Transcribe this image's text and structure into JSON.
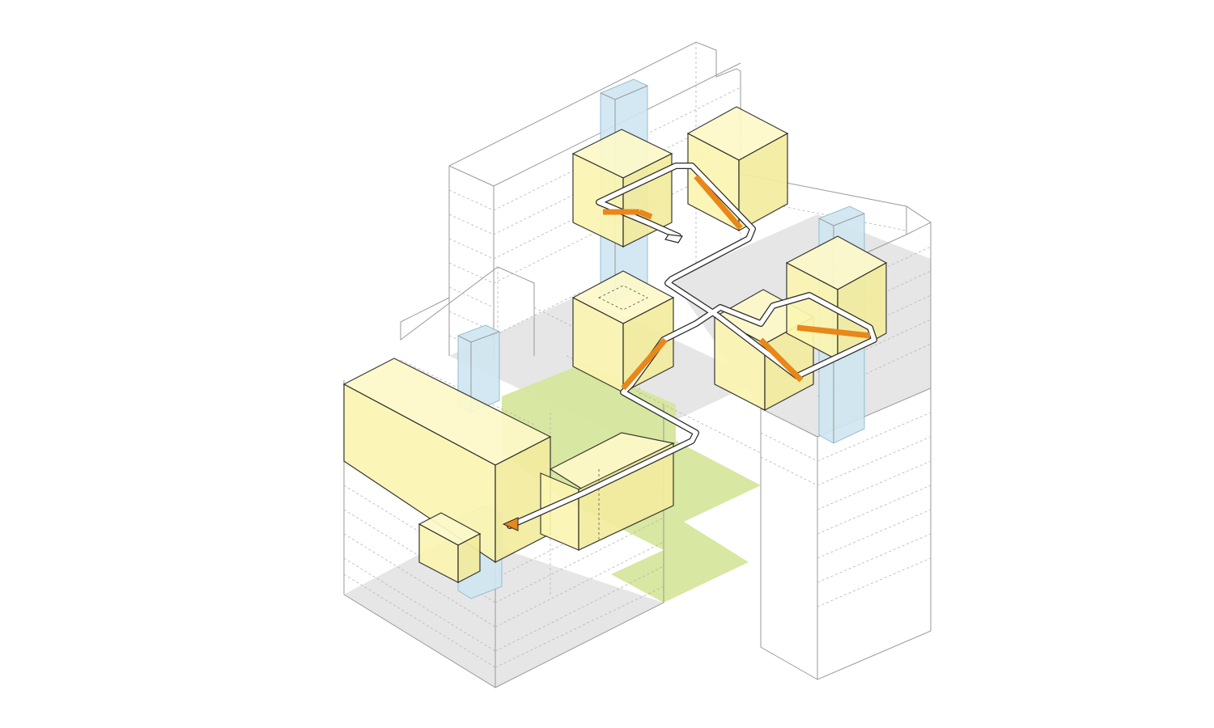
{
  "diagram": {
    "colors": {
      "volume": "#fbf6b1",
      "stair": "#e8871a",
      "shaft": "#cfe6f1",
      "lawn": "#d6e69c",
      "floor": "#e6e6e6",
      "outline": "#9a9a9a",
      "circulation": "#2a2a2a"
    },
    "elements": [
      "building-envelope",
      "floor-slab",
      "green-space",
      "service-shaft",
      "yellow-volume",
      "circulation-path",
      "stair",
      "direction-arrow"
    ]
  }
}
